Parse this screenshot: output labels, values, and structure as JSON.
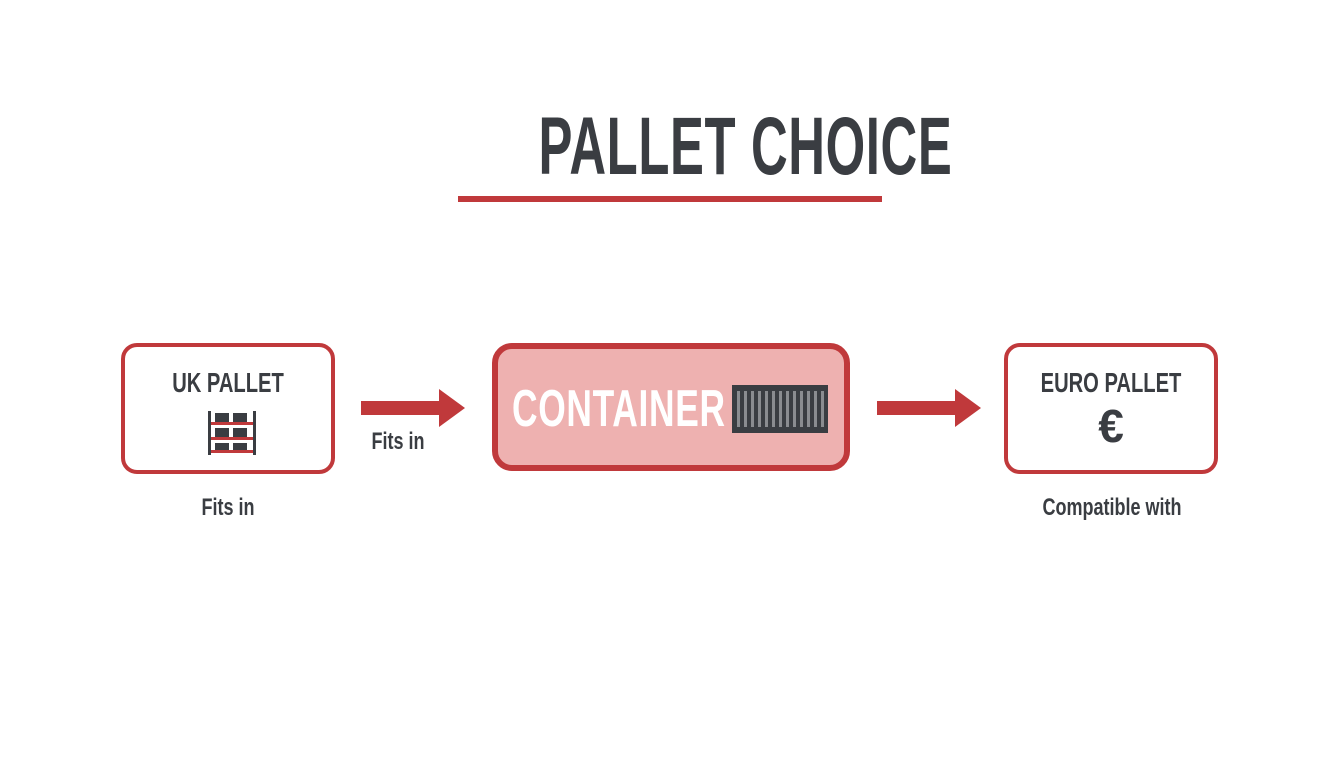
{
  "diagram": {
    "title": "PALLET CHOICE",
    "colors": {
      "accent": "#c0393b",
      "text": "#3a3d42",
      "container_fill": "#eeb1b0",
      "background": "#ffffff"
    },
    "nodes": [
      {
        "id": "uk",
        "label": "UK PALLET",
        "icon": "pallet-rack-icon",
        "caption": "Fits in"
      },
      {
        "id": "container",
        "label": "CONTAINER",
        "icon": "shipping-container-icon"
      },
      {
        "id": "euro",
        "label": "EURO PALLET",
        "icon": "euro-icon",
        "icon_glyph": "€",
        "caption": "Compatible with"
      }
    ],
    "edges": [
      {
        "from": "uk",
        "to": "container",
        "label": "Fits in"
      },
      {
        "from": "container",
        "to": "euro",
        "label": ""
      }
    ]
  }
}
